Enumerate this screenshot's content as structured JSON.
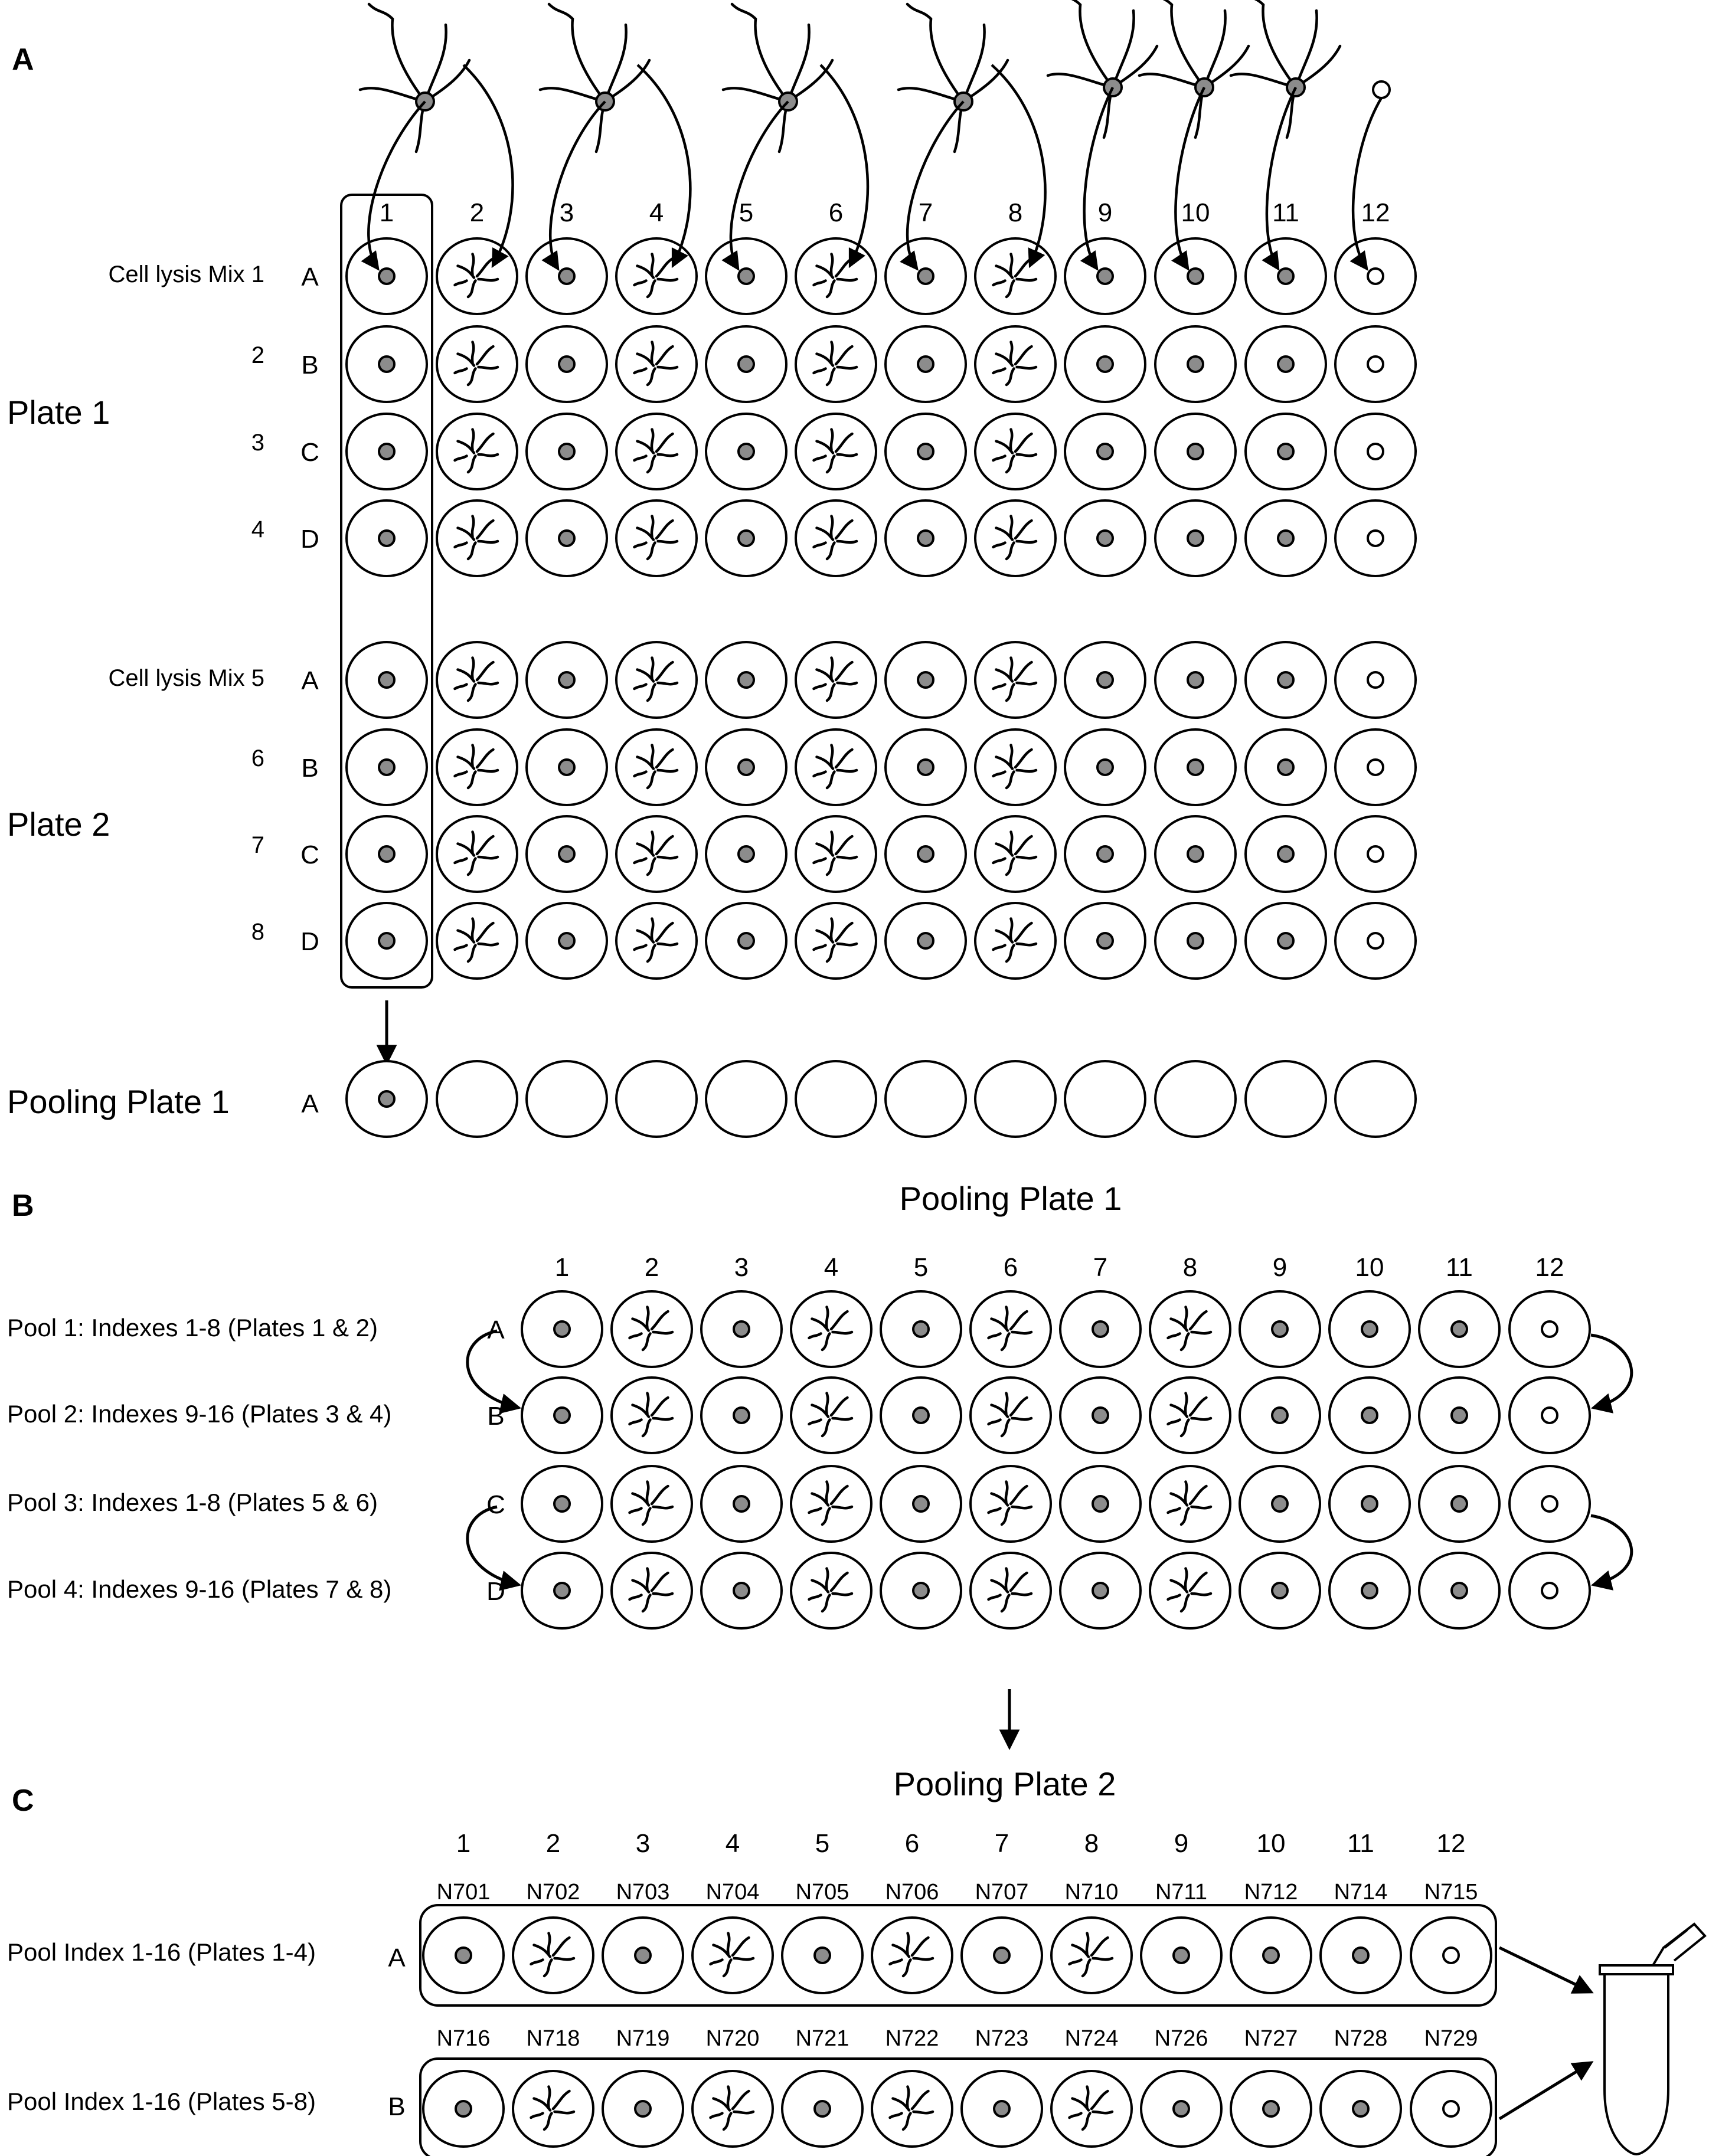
{
  "colors": {
    "stroke": "#000000",
    "well_fill": "#ffffff",
    "dot_filled": "#8c8c8c",
    "dot_empty": "#ffffff"
  },
  "icons": {
    "cell": "neuron-cell-icon",
    "empty_cell": "empty-cell-icon",
    "tube": "microcentrifuge-tube-icon"
  },
  "column_numbers": [
    "1",
    "2",
    "3",
    "4",
    "5",
    "6",
    "7",
    "8",
    "9",
    "10",
    "11",
    "12"
  ],
  "well_pattern": [
    "dot",
    "neuron",
    "dot",
    "neuron",
    "dot",
    "neuron",
    "dot",
    "neuron",
    "dot",
    "dot",
    "dot",
    "empty"
  ],
  "panel_a": {
    "label": "A",
    "plate1": {
      "title": "Plate 1",
      "mix_labels": [
        "Cell lysis Mix 1",
        "2",
        "3",
        "4"
      ],
      "rows": [
        "A",
        "B",
        "C",
        "D"
      ]
    },
    "plate2": {
      "title": "Plate 2",
      "mix_labels": [
        "Cell lysis Mix 5",
        "6",
        "7",
        "8"
      ],
      "rows": [
        "A",
        "B",
        "C",
        "D"
      ]
    },
    "pooling": {
      "title": "Pooling Plate 1",
      "row": "A",
      "filled_columns": 1
    }
  },
  "panel_b": {
    "label": "B",
    "title": "Pooling Plate 1",
    "rows": [
      "A",
      "B",
      "C",
      "D"
    ],
    "pool_labels": [
      "Pool 1: Indexes 1-8 (Plates 1 & 2)",
      "Pool 2: Indexes 9-16 (Plates 3 & 4)",
      "Pool 3: Indexes 1-8 (Plates 5 & 6)",
      "Pool 4: Indexes 9-16 (Plates 7 & 8)"
    ]
  },
  "panel_c": {
    "label": "C",
    "title": "Pooling Plate 2",
    "rows": [
      {
        "label": "Pool Index 1-16 (Plates 1-4)",
        "row": "A",
        "indexes": [
          "N701",
          "N702",
          "N703",
          "N704",
          "N705",
          "N706",
          "N707",
          "N710",
          "N711",
          "N712",
          "N714",
          "N715"
        ]
      },
      {
        "label": "Pool Index 1-16 (Plates 5-8)",
        "row": "B",
        "indexes": [
          "N716",
          "N718",
          "N719",
          "N720",
          "N721",
          "N722",
          "N723",
          "N724",
          "N726",
          "N727",
          "N728",
          "N729"
        ]
      }
    ]
  }
}
